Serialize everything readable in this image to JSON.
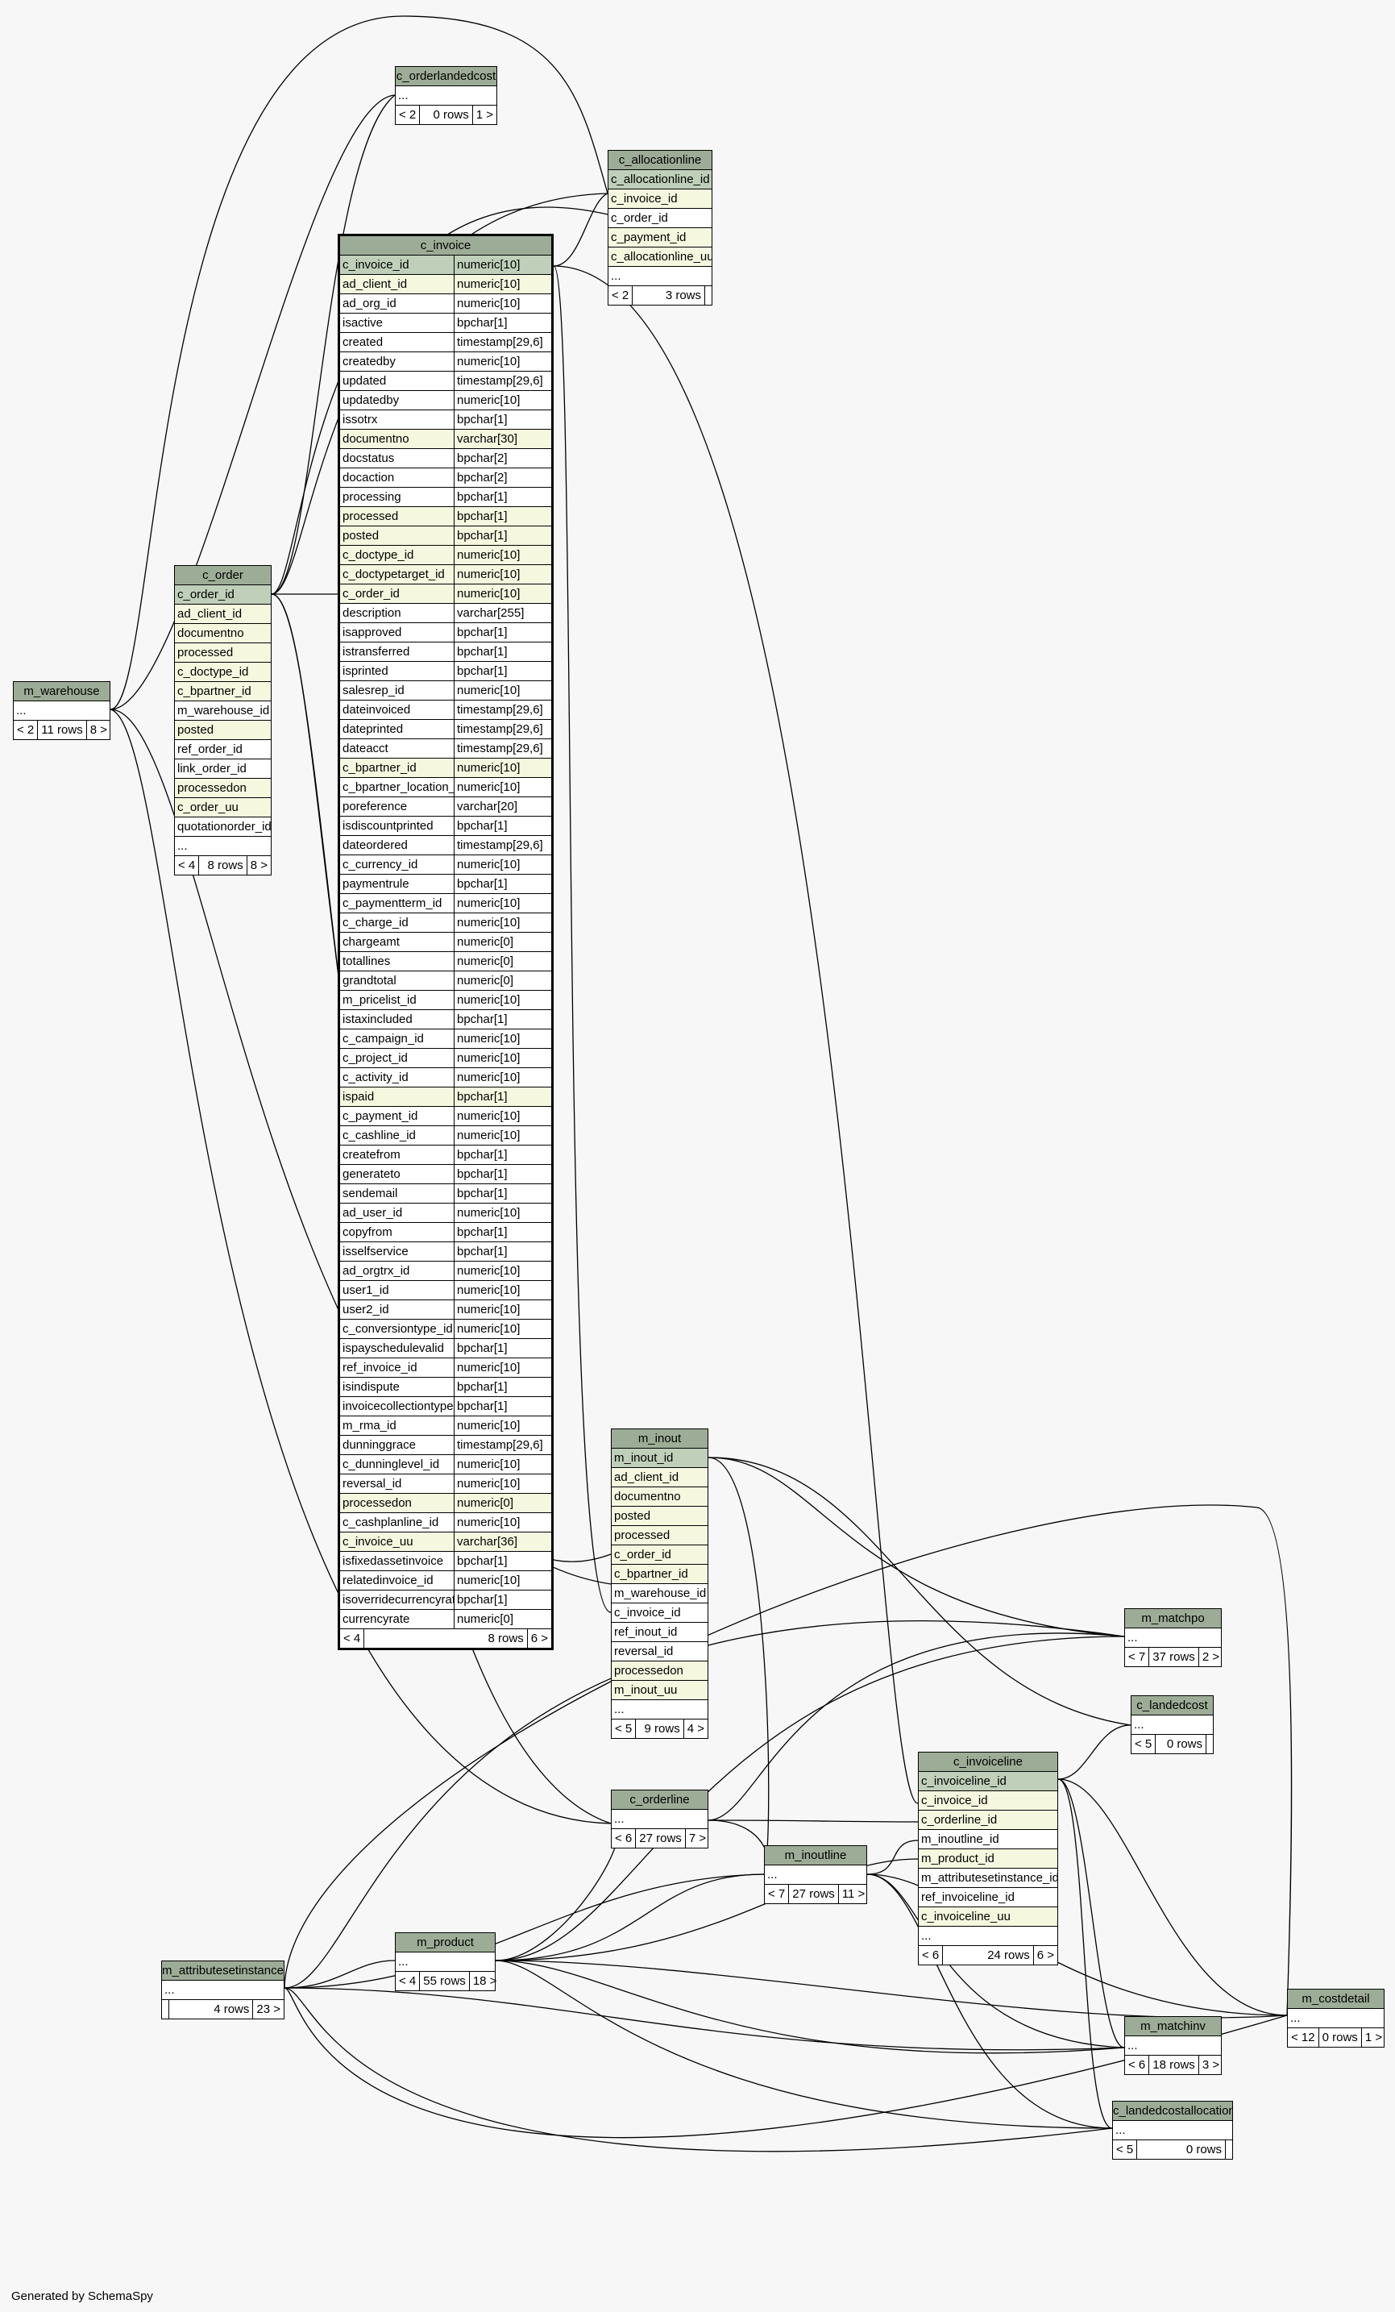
{
  "footer_text": "Generated by SchemaSpy",
  "colors": {
    "header": "#9dac96",
    "primary_key": "#bfcfb9",
    "foreign_key": "#f5f8df",
    "background": "#f7f7f7"
  },
  "tables": {
    "c_invoice": {
      "name": "c_invoice",
      "columns": [
        {
          "n": "c_invoice_id",
          "t": "numeric[10]",
          "k": "pk"
        },
        {
          "n": "ad_client_id",
          "t": "numeric[10]",
          "k": "fk"
        },
        {
          "n": "ad_org_id",
          "t": "numeric[10]",
          "k": ""
        },
        {
          "n": "isactive",
          "t": "bpchar[1]",
          "k": ""
        },
        {
          "n": "created",
          "t": "timestamp[29,6]",
          "k": ""
        },
        {
          "n": "createdby",
          "t": "numeric[10]",
          "k": ""
        },
        {
          "n": "updated",
          "t": "timestamp[29,6]",
          "k": ""
        },
        {
          "n": "updatedby",
          "t": "numeric[10]",
          "k": ""
        },
        {
          "n": "issotrx",
          "t": "bpchar[1]",
          "k": ""
        },
        {
          "n": "documentno",
          "t": "varchar[30]",
          "k": "fk"
        },
        {
          "n": "docstatus",
          "t": "bpchar[2]",
          "k": ""
        },
        {
          "n": "docaction",
          "t": "bpchar[2]",
          "k": ""
        },
        {
          "n": "processing",
          "t": "bpchar[1]",
          "k": ""
        },
        {
          "n": "processed",
          "t": "bpchar[1]",
          "k": "fk"
        },
        {
          "n": "posted",
          "t": "bpchar[1]",
          "k": "fk"
        },
        {
          "n": "c_doctype_id",
          "t": "numeric[10]",
          "k": "fk"
        },
        {
          "n": "c_doctypetarget_id",
          "t": "numeric[10]",
          "k": "fk"
        },
        {
          "n": "c_order_id",
          "t": "numeric[10]",
          "k": "fk"
        },
        {
          "n": "description",
          "t": "varchar[255]",
          "k": ""
        },
        {
          "n": "isapproved",
          "t": "bpchar[1]",
          "k": ""
        },
        {
          "n": "istransferred",
          "t": "bpchar[1]",
          "k": ""
        },
        {
          "n": "isprinted",
          "t": "bpchar[1]",
          "k": ""
        },
        {
          "n": "salesrep_id",
          "t": "numeric[10]",
          "k": ""
        },
        {
          "n": "dateinvoiced",
          "t": "timestamp[29,6]",
          "k": ""
        },
        {
          "n": "dateprinted",
          "t": "timestamp[29,6]",
          "k": ""
        },
        {
          "n": "dateacct",
          "t": "timestamp[29,6]",
          "k": ""
        },
        {
          "n": "c_bpartner_id",
          "t": "numeric[10]",
          "k": "fk"
        },
        {
          "n": "c_bpartner_location_id",
          "t": "numeric[10]",
          "k": ""
        },
        {
          "n": "poreference",
          "t": "varchar[20]",
          "k": ""
        },
        {
          "n": "isdiscountprinted",
          "t": "bpchar[1]",
          "k": ""
        },
        {
          "n": "dateordered",
          "t": "timestamp[29,6]",
          "k": ""
        },
        {
          "n": "c_currency_id",
          "t": "numeric[10]",
          "k": ""
        },
        {
          "n": "paymentrule",
          "t": "bpchar[1]",
          "k": ""
        },
        {
          "n": "c_paymentterm_id",
          "t": "numeric[10]",
          "k": ""
        },
        {
          "n": "c_charge_id",
          "t": "numeric[10]",
          "k": ""
        },
        {
          "n": "chargeamt",
          "t": "numeric[0]",
          "k": ""
        },
        {
          "n": "totallines",
          "t": "numeric[0]",
          "k": ""
        },
        {
          "n": "grandtotal",
          "t": "numeric[0]",
          "k": ""
        },
        {
          "n": "m_pricelist_id",
          "t": "numeric[10]",
          "k": ""
        },
        {
          "n": "istaxincluded",
          "t": "bpchar[1]",
          "k": ""
        },
        {
          "n": "c_campaign_id",
          "t": "numeric[10]",
          "k": ""
        },
        {
          "n": "c_project_id",
          "t": "numeric[10]",
          "k": ""
        },
        {
          "n": "c_activity_id",
          "t": "numeric[10]",
          "k": ""
        },
        {
          "n": "ispaid",
          "t": "bpchar[1]",
          "k": "fk"
        },
        {
          "n": "c_payment_id",
          "t": "numeric[10]",
          "k": ""
        },
        {
          "n": "c_cashline_id",
          "t": "numeric[10]",
          "k": ""
        },
        {
          "n": "createfrom",
          "t": "bpchar[1]",
          "k": ""
        },
        {
          "n": "generateto",
          "t": "bpchar[1]",
          "k": ""
        },
        {
          "n": "sendemail",
          "t": "bpchar[1]",
          "k": ""
        },
        {
          "n": "ad_user_id",
          "t": "numeric[10]",
          "k": ""
        },
        {
          "n": "copyfrom",
          "t": "bpchar[1]",
          "k": ""
        },
        {
          "n": "isselfservice",
          "t": "bpchar[1]",
          "k": ""
        },
        {
          "n": "ad_orgtrx_id",
          "t": "numeric[10]",
          "k": ""
        },
        {
          "n": "user1_id",
          "t": "numeric[10]",
          "k": ""
        },
        {
          "n": "user2_id",
          "t": "numeric[10]",
          "k": ""
        },
        {
          "n": "c_conversiontype_id",
          "t": "numeric[10]",
          "k": ""
        },
        {
          "n": "ispayschedulevalid",
          "t": "bpchar[1]",
          "k": ""
        },
        {
          "n": "ref_invoice_id",
          "t": "numeric[10]",
          "k": ""
        },
        {
          "n": "isindispute",
          "t": "bpchar[1]",
          "k": ""
        },
        {
          "n": "invoicecollectiontype",
          "t": "bpchar[1]",
          "k": ""
        },
        {
          "n": "m_rma_id",
          "t": "numeric[10]",
          "k": ""
        },
        {
          "n": "dunninggrace",
          "t": "timestamp[29,6]",
          "k": ""
        },
        {
          "n": "c_dunninglevel_id",
          "t": "numeric[10]",
          "k": ""
        },
        {
          "n": "reversal_id",
          "t": "numeric[10]",
          "k": ""
        },
        {
          "n": "processedon",
          "t": "numeric[0]",
          "k": "fk"
        },
        {
          "n": "c_cashplanline_id",
          "t": "numeric[10]",
          "k": ""
        },
        {
          "n": "c_invoice_uu",
          "t": "varchar[36]",
          "k": "fk"
        },
        {
          "n": "isfixedassetinvoice",
          "t": "bpchar[1]",
          "k": ""
        },
        {
          "n": "relatedinvoice_id",
          "t": "numeric[10]",
          "k": ""
        },
        {
          "n": "isoverridecurrencyrate",
          "t": "bpchar[1]",
          "k": ""
        },
        {
          "n": "currencyrate",
          "t": "numeric[0]",
          "k": ""
        }
      ],
      "footer": [
        "< 4",
        "8 rows",
        "6 >"
      ]
    },
    "c_order": {
      "name": "c_order",
      "columns": [
        {
          "n": "c_order_id",
          "k": "pk"
        },
        {
          "n": "ad_client_id",
          "k": "fk"
        },
        {
          "n": "documentno",
          "k": "fk"
        },
        {
          "n": "processed",
          "k": "fk"
        },
        {
          "n": "c_doctype_id",
          "k": "fk"
        },
        {
          "n": "c_bpartner_id",
          "k": "fk"
        },
        {
          "n": "m_warehouse_id",
          "k": ""
        },
        {
          "n": "posted",
          "k": "fk"
        },
        {
          "n": "ref_order_id",
          "k": ""
        },
        {
          "n": "link_order_id",
          "k": ""
        },
        {
          "n": "processedon",
          "k": "fk"
        },
        {
          "n": "c_order_uu",
          "k": "fk"
        },
        {
          "n": "quotationorder_id",
          "k": ""
        },
        {
          "n": "...",
          "k": ""
        }
      ],
      "footer": [
        "< 4",
        "8 rows",
        "8 >"
      ]
    },
    "m_warehouse": {
      "name": "m_warehouse",
      "columns": [
        {
          "n": "...",
          "k": ""
        }
      ],
      "footer": [
        "< 2",
        "11 rows",
        "8 >"
      ]
    },
    "c_orderlandedcost": {
      "name": "c_orderlandedcost",
      "columns": [
        {
          "n": "...",
          "k": ""
        }
      ],
      "footer": [
        "< 2",
        "0 rows",
        "1 >"
      ]
    },
    "c_allocationline": {
      "name": "c_allocationline",
      "columns": [
        {
          "n": "c_allocationline_id",
          "k": "pk"
        },
        {
          "n": "c_invoice_id",
          "k": "fk"
        },
        {
          "n": "c_order_id",
          "k": ""
        },
        {
          "n": "c_payment_id",
          "k": "fk"
        },
        {
          "n": "c_allocationline_uu",
          "k": "fk"
        },
        {
          "n": "...",
          "k": ""
        }
      ],
      "footer": [
        "< 2",
        "3 rows",
        ""
      ]
    },
    "m_inout": {
      "name": "m_inout",
      "columns": [
        {
          "n": "m_inout_id",
          "k": "pk"
        },
        {
          "n": "ad_client_id",
          "k": "fk"
        },
        {
          "n": "documentno",
          "k": "fk"
        },
        {
          "n": "posted",
          "k": "fk"
        },
        {
          "n": "processed",
          "k": "fk"
        },
        {
          "n": "c_order_id",
          "k": "fk"
        },
        {
          "n": "c_bpartner_id",
          "k": "fk"
        },
        {
          "n": "m_warehouse_id",
          "k": ""
        },
        {
          "n": "c_invoice_id",
          "k": ""
        },
        {
          "n": "ref_inout_id",
          "k": ""
        },
        {
          "n": "reversal_id",
          "k": ""
        },
        {
          "n": "processedon",
          "k": "fk"
        },
        {
          "n": "m_inout_uu",
          "k": "fk"
        },
        {
          "n": "...",
          "k": ""
        }
      ],
      "footer": [
        "< 5",
        "9 rows",
        "4 >"
      ]
    },
    "m_matchpo": {
      "name": "m_matchpo",
      "columns": [
        {
          "n": "...",
          "k": ""
        }
      ],
      "footer": [
        "< 7",
        "37 rows",
        "2 >"
      ]
    },
    "c_landedcost": {
      "name": "c_landedcost",
      "columns": [
        {
          "n": "...",
          "k": ""
        }
      ],
      "footer": [
        "< 5",
        "0 rows",
        ""
      ]
    },
    "c_invoiceline": {
      "name": "c_invoiceline",
      "columns": [
        {
          "n": "c_invoiceline_id",
          "k": "pk"
        },
        {
          "n": "c_invoice_id",
          "k": "fk"
        },
        {
          "n": "c_orderline_id",
          "k": "fk"
        },
        {
          "n": "m_inoutline_id",
          "k": ""
        },
        {
          "n": "m_product_id",
          "k": "fk"
        },
        {
          "n": "m_attributesetinstance_id",
          "k": ""
        },
        {
          "n": "ref_invoiceline_id",
          "k": ""
        },
        {
          "n": "c_invoiceline_uu",
          "k": "fk"
        },
        {
          "n": "...",
          "k": ""
        }
      ],
      "footer": [
        "< 6",
        "24 rows",
        "6 >"
      ]
    },
    "c_orderline": {
      "name": "c_orderline",
      "columns": [
        {
          "n": "...",
          "k": ""
        }
      ],
      "footer": [
        "< 6",
        "27 rows",
        "7 >"
      ]
    },
    "m_inoutline": {
      "name": "m_inoutline",
      "columns": [
        {
          "n": "...",
          "k": ""
        }
      ],
      "footer": [
        "< 7",
        "27 rows",
        "11 >"
      ]
    },
    "m_product": {
      "name": "m_product",
      "columns": [
        {
          "n": "...",
          "k": ""
        }
      ],
      "footer": [
        "< 4",
        "55 rows",
        "18 >"
      ]
    },
    "m_attributesetinstance": {
      "name": "m_attributesetinstance",
      "columns": [
        {
          "n": "...",
          "k": ""
        }
      ],
      "footer": [
        "",
        "4 rows",
        "23 >"
      ]
    },
    "m_costdetail": {
      "name": "m_costdetail",
      "columns": [
        {
          "n": "...",
          "k": ""
        }
      ],
      "footer": [
        "< 12",
        "0 rows",
        "1 >"
      ]
    },
    "m_matchinv": {
      "name": "m_matchinv",
      "columns": [
        {
          "n": "...",
          "k": ""
        }
      ],
      "footer": [
        "< 6",
        "18 rows",
        "3 >"
      ]
    },
    "c_landedcostallocation": {
      "name": "c_landedcostallocation",
      "columns": [
        {
          "n": "...",
          "k": ""
        }
      ],
      "footer": [
        "< 5",
        "0 rows",
        ""
      ]
    }
  }
}
